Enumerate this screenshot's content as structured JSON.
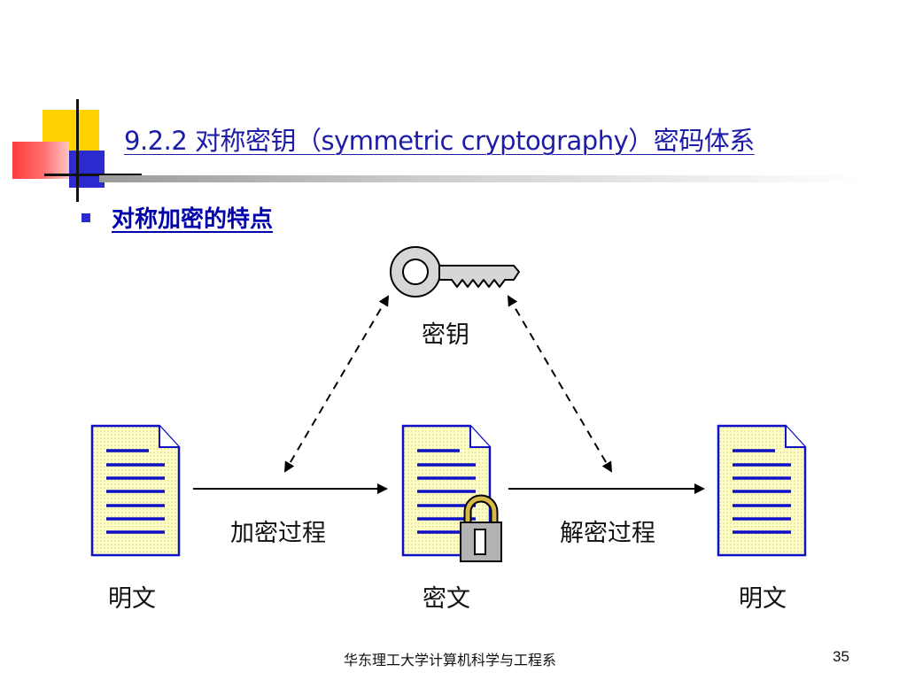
{
  "slide": {
    "title": "9.2.2  对称密钥（symmetric cryptography）密码体系",
    "bullet": "对称加密的特点",
    "footer": "华东理工大学计算机科学与工程系",
    "page_number": "35"
  },
  "diagram": {
    "key_label": "密钥",
    "encrypt_label": "加密过程",
    "decrypt_label": "解密过程",
    "plaintext_left_label": "明文",
    "ciphertext_label": "密文",
    "plaintext_right_label": "明文",
    "icons": [
      "key-icon",
      "document-icon",
      "padlock-icon"
    ]
  },
  "colors": {
    "title": "#1c1ca8",
    "bullet": "#0000aa",
    "document_fill": "#ffffc0",
    "document_lines": "#1010c8",
    "padlock_shackle": "#d9b84a",
    "padlock_body": "#b3b3b3",
    "deco_yellow": "#ffd200",
    "deco_red": "#ff3b3b",
    "deco_blue": "#2b2bcf"
  }
}
